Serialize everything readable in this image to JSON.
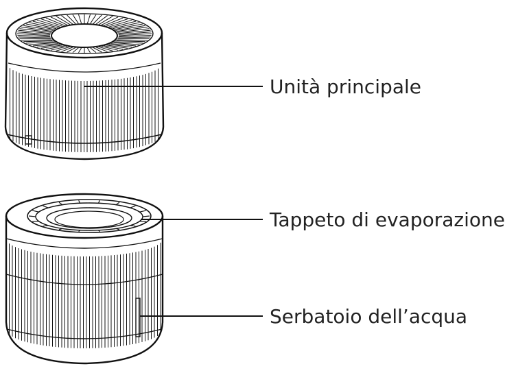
{
  "colors": {
    "line": "#111111",
    "text": "#222222",
    "background": "#ffffff"
  },
  "units": [
    {
      "id": "main-unit",
      "part": "Unità principale"
    },
    {
      "id": "tank-unit",
      "parts": [
        "Tappeto di evaporazione",
        "Serbatoio dell’acqua"
      ]
    }
  ],
  "labels": {
    "main_unit": "Unità principale",
    "evaporation_mat": "Tappeto di evaporazione",
    "water_tank": "Serbatoio dell’acqua"
  }
}
